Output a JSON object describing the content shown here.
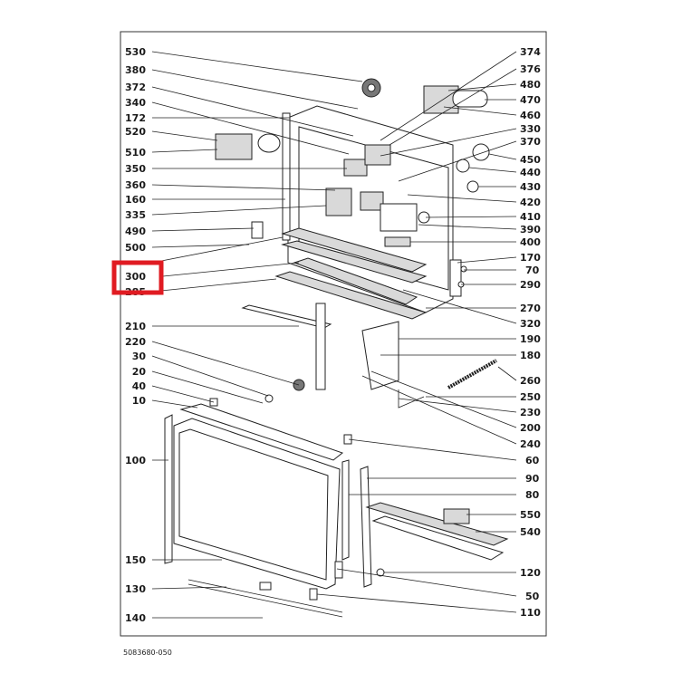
{
  "drawing_code": "5083680-050",
  "highlight": {
    "label": "300",
    "color": "#e01b22"
  },
  "labels_left": [
    "530",
    "380",
    "372",
    "340",
    "172",
    "520",
    "510",
    "350",
    "360",
    "160",
    "335",
    "490",
    "500",
    "300",
    "285",
    "210",
    "220",
    "30",
    "20",
    "40",
    "10",
    "100",
    "150",
    "130",
    "140"
  ],
  "labels_right": [
    "374",
    "376",
    "480",
    "470",
    "460",
    "330",
    "370",
    "450",
    "440",
    "430",
    "420",
    "410",
    "390",
    "400",
    "170",
    "70",
    "290",
    "270",
    "320",
    "190",
    "180",
    "260",
    "250",
    "230",
    "200",
    "240",
    "60",
    "90",
    "80",
    "550",
    "540",
    "120",
    "50",
    "110"
  ]
}
